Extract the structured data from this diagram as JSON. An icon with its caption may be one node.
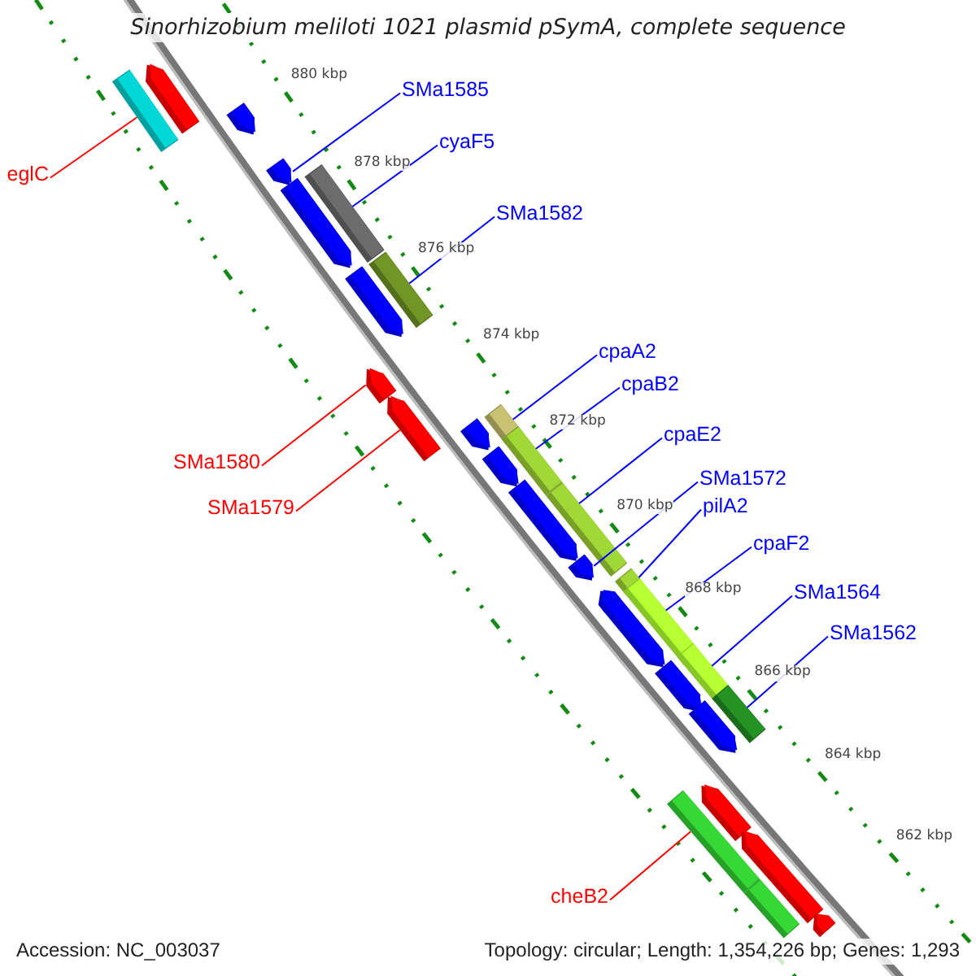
{
  "diagram": {
    "title": "Sinorhizobium meliloti 1021 plasmid pSymA, complete sequence",
    "nodes": [
      {
        "text": [
          "SMa1585"
        ]
      },
      {
        "text": [
          "cyaF5"
        ]
      },
      {
        "text": [
          "eglC"
        ]
      },
      {
        "text": [
          "SMa1582"
        ]
      },
      {
        "text": [
          "cpaA2"
        ]
      },
      {
        "text": [
          "cpaB2"
        ]
      },
      {
        "text": [
          "cpaE2"
        ]
      },
      {
        "text": [
          "SMa1580"
        ]
      },
      {
        "text": [
          "SMa1572"
        ]
      },
      {
        "text": [
          "pilA2"
        ]
      },
      {
        "text": [
          "SMa1579"
        ]
      },
      {
        "text": [
          "cpaF2"
        ]
      },
      {
        "text": [
          "SMa1564"
        ]
      },
      {
        "text": [
          "SMa1562"
        ]
      },
      {
        "text": [
          "cheB2"
        ]
      },
      {
        "text": [],
        "shape": "bar"
      },
      {
        "text": [],
        "shape": "arrow"
      },
      {
        "text": [],
        "shape": "arrow"
      },
      {
        "text": [],
        "shape": "arrow"
      },
      {
        "text": [],
        "shape": "arrow"
      },
      {
        "text": [],
        "shape": "bar"
      },
      {
        "text": [],
        "shape": "arrow"
      },
      {
        "text": [],
        "shape": "bar"
      },
      {
        "text": [],
        "shape": "arrow"
      },
      {
        "text": [],
        "shape": "arrow"
      },
      {
        "text": [],
        "shape": "arrow"
      },
      {
        "text": [],
        "shape": "bar"
      },
      {
        "text": [],
        "shape": "arrow"
      },
      {
        "text": [],
        "shape": "bar"
      },
      {
        "text": [],
        "shape": "arrow"
      },
      {
        "text": [],
        "shape": "bar"
      },
      {
        "text": [],
        "shape": "arrow"
      },
      {
        "text": [],
        "shape": "bar"
      },
      {
        "text": [],
        "shape": "arrow"
      },
      {
        "text": [],
        "shape": "arrow"
      },
      {
        "text": [],
        "shape": "bar"
      },
      {
        "text": [],
        "shape": "arrow"
      },
      {
        "text": [],
        "shape": "bar"
      },
      {
        "text": [],
        "shape": "arrow"
      },
      {
        "text": [],
        "shape": "bar"
      },
      {
        "text": [],
        "shape": "arrow"
      },
      {
        "text": [],
        "shape": "bar"
      },
      {
        "text": [],
        "shape": "arrow"
      },
      {
        "text": [],
        "shape": "bar"
      },
      {
        "text": [],
        "shape": "arrow"
      }
    ],
    "edges": [
      {
        "from": 0,
        "to": 18,
        "arrow": "none"
      },
      {
        "from": 1,
        "to": 20,
        "arrow": "none"
      },
      {
        "from": 2,
        "to": 15,
        "arrow": "none",
        "color": "#ff0000"
      },
      {
        "from": 3,
        "to": 22,
        "arrow": "none"
      },
      {
        "from": 4,
        "to": 26,
        "arrow": "none"
      },
      {
        "from": 5,
        "to": 28,
        "arrow": "none"
      },
      {
        "from": 6,
        "to": 30,
        "arrow": "none"
      },
      {
        "from": 7,
        "to": 23,
        "arrow": "none",
        "color": "#ff0000"
      },
      {
        "from": 8,
        "to": 31,
        "arrow": "none"
      },
      {
        "from": 9,
        "to": 32,
        "arrow": "none"
      },
      {
        "from": 10,
        "to": 24,
        "arrow": "none",
        "color": "#ff0000"
      },
      {
        "from": 11,
        "to": 35,
        "arrow": "none"
      },
      {
        "from": 12,
        "to": 37,
        "arrow": "none"
      },
      {
        "from": 13,
        "to": 39,
        "arrow": "none"
      },
      {
        "from": 14,
        "to": 41,
        "arrow": "none",
        "color": "#ff0000"
      }
    ],
    "labels": [
      "880 kbp",
      "878 kbp",
      "876 kbp",
      "874 kbp",
      "872 kbp",
      "870 kbp",
      "868 kbp",
      "866 kbp",
      "864 kbp",
      "862 kbp",
      "Accession: NC_003037",
      "Topology: circular; Length: 1,354,226 bp; Genes: 1,293"
    ]
  }
}
